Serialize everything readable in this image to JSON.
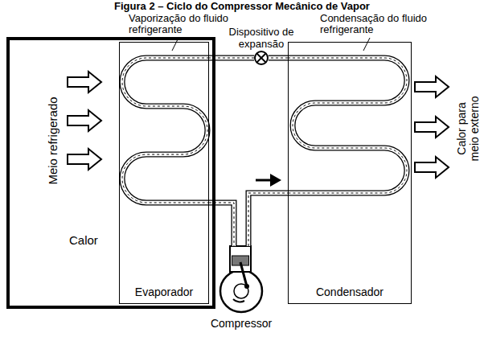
{
  "diagram": {
    "title": "Figura 2 – Ciclo do Compressor Mecânico de Vapor",
    "nodes": [
      {
        "text": [
          "Meio refrigerado",
          "Calor"
        ]
      },
      {
        "text": [
          "Evaporador"
        ],
        "in": 0
      },
      {
        "text": [
          "Condensador"
        ]
      },
      {
        "text": [
          "Dispositivo de expansão"
        ]
      },
      {
        "text": [
          "Compressor"
        ]
      }
    ],
    "edges": [
      {
        "from": 2,
        "to": 3,
        "arrow": "none"
      },
      {
        "from": 3,
        "to": 1,
        "arrow": "none"
      },
      {
        "from": 1,
        "to": 4,
        "arrow": "none"
      },
      {
        "from": 4,
        "to": 2,
        "arrow": "none"
      }
    ],
    "labels": [
      "Vaporização do fluido refrigerante",
      "Condensação do fluido refrigerante",
      "Calor para meio externo"
    ]
  }
}
